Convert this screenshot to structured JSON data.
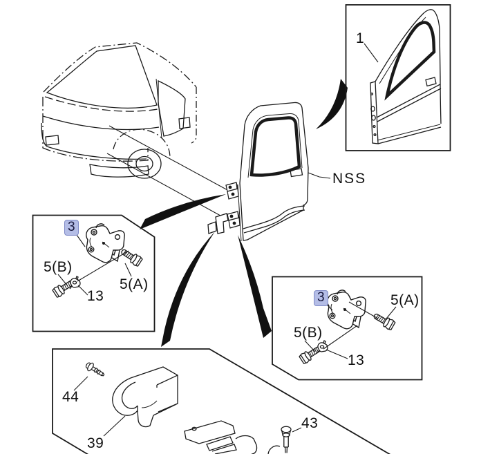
{
  "diagram": {
    "type": "exploded-parts-diagram",
    "colors": {
      "background": "#ffffff",
      "line": "#1a1a1a",
      "selected_fill": "#b4bde6",
      "selected_border": "#7e89c6",
      "label_text": "#111111"
    },
    "callouts": {
      "door_panel": {
        "label": "1"
      },
      "door_note": {
        "label": "NSS"
      },
      "left_hinge_detail": {
        "part": "3",
        "selected": true,
        "bolt_a_label": "5(A)",
        "bolt_b_label": "5(B)",
        "nut_label": "13"
      },
      "right_hinge_detail": {
        "part": "3",
        "selected": true,
        "bolt_a_label": "5(A)",
        "bolt_b_label": "5(B)",
        "nut_label": "13"
      },
      "bottom_detail": {
        "screw_label": "44",
        "bracket_label": "39"
      },
      "pin": {
        "label": "43"
      }
    }
  }
}
